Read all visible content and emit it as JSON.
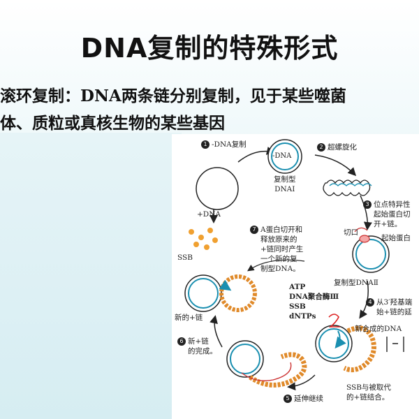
{
  "slide": {
    "title": "DNA复制的特殊形式",
    "line1": "滚环复制：DNA两条链分别复制，见于某些噬菌",
    "line2": "体、质粒或真核生物的某些基因"
  },
  "figure": {
    "step1": {
      "num": "1",
      "text": "-DNA复制"
    },
    "step2": {
      "num": "2",
      "text": "超螺旋化"
    },
    "step3": {
      "num": "3",
      "lines": [
        "位点特异性",
        "起始蛋白切",
        "开+链。"
      ]
    },
    "step4": {
      "num": "4",
      "lines": [
        "从3′羟基端",
        "始+链的延"
      ]
    },
    "step5": {
      "num": "5",
      "text": "延伸继续"
    },
    "step6": {
      "num": "6",
      "lines": [
        "新+链",
        "的完成。"
      ]
    },
    "step7": {
      "num": "7",
      "lines": [
        "A蛋白切开和",
        "释放原来的",
        "+链同时产生",
        "一个新的复",
        "制型DNA。"
      ]
    },
    "minus_dna": "-DNA",
    "rf1": [
      "复制型",
      "DNAⅠ"
    ],
    "plus_dna": "+DNA",
    "ssb": "SSB",
    "nick": "切口",
    "initiator": "起始蛋白",
    "rf2": "复制型DNAⅡ",
    "enzymes": [
      "ATP",
      "DNA聚合酶Ⅲ",
      "SSB",
      "dNTPs"
    ],
    "new_strand_synth": "新合成的DNA",
    "new_plus_strand": "新的+链",
    "ssb_replace": [
      "SSB与被取代",
      "的+链结合。"
    ],
    "handwritten": {
      "red_mark": "2",
      "black_mark": "1-1"
    }
  }
}
